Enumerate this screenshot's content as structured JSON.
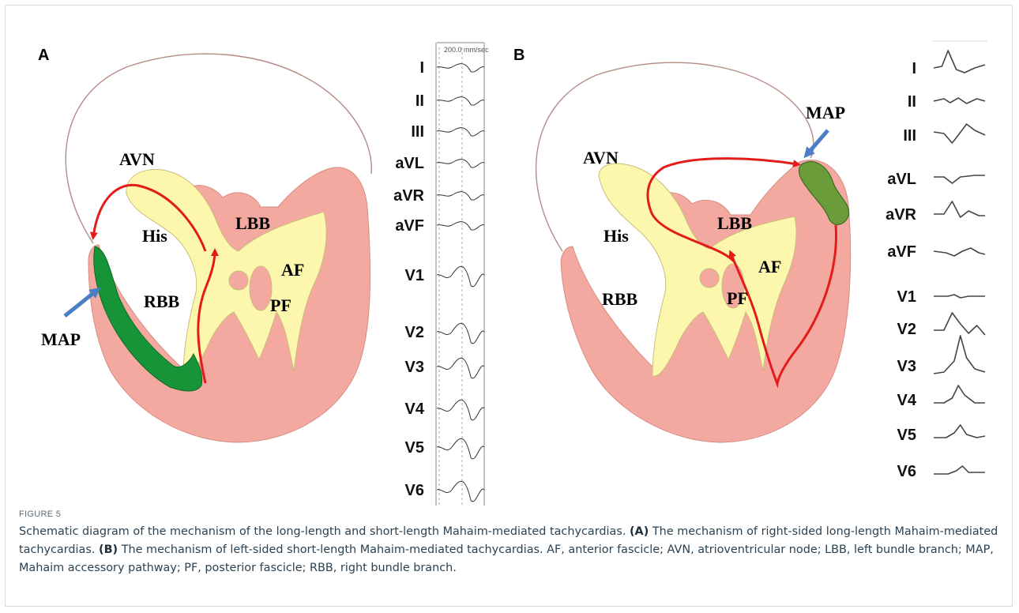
{
  "figure": {
    "label": "FIGURE 5",
    "caption": {
      "intro": "Schematic diagram of the mechanism of the long-length and short-length Mahaim-mediated tachycardias. ",
      "a_tag": "(A)",
      "a_text": " The mechanism of right-sided long-length Mahaim-mediated tachycardias. ",
      "b_tag": "(B)",
      "b_text": " The mechanism of left-sided short-length Mahaim-mediated tachycardias. AF, anterior fascicle; AVN, atrioventricular node; LBB, left bundle branch; MAP, Mahaim accessory pathway; PF, posterior fascicle; RBB, right bundle branch."
    }
  },
  "panel_a": {
    "letter": "A",
    "labels": {
      "avn": "AVN",
      "his": "His",
      "lbb": "LBB",
      "af": "AF",
      "rbb": "RBB",
      "pf": "PF",
      "map": "MAP"
    },
    "ecg_scale": "200.0 mm/sec",
    "leads": [
      "I",
      "II",
      "III",
      "aVL",
      "aVR",
      "aVF",
      "V1",
      "V2",
      "V3",
      "V4",
      "V5",
      "V6"
    ]
  },
  "panel_b": {
    "letter": "B",
    "labels": {
      "avn": "AVN",
      "his": "His",
      "lbb": "LBB",
      "af": "AF",
      "rbb": "RBB",
      "pf": "PF",
      "map": "MAP"
    },
    "leads": [
      "I",
      "II",
      "III",
      "aVL",
      "aVR",
      "aVF",
      "V1",
      "V2",
      "V3",
      "V4",
      "V5",
      "V6"
    ]
  },
  "colors": {
    "myocardium": "#f4a9a0",
    "conduction": "#fdf7ad",
    "pathway": "#179437",
    "circuit_arrow": "#e31b1b",
    "pointer_arrow": "#4a7fc4"
  }
}
